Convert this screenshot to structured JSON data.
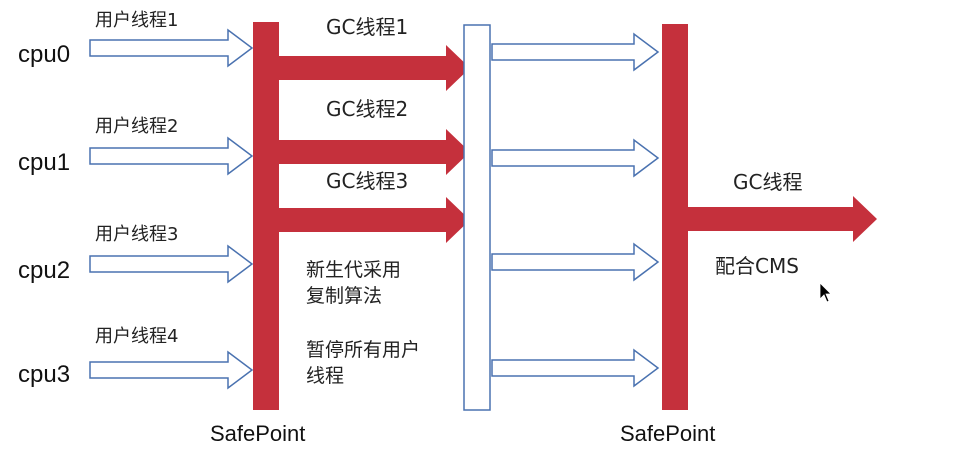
{
  "colors": {
    "barRed": "#c5303c",
    "outlineBlue": "#4a72b0",
    "text": "#222222"
  },
  "cpus": [
    "cpu0",
    "cpu1",
    "cpu2",
    "cpu3"
  ],
  "user_threads": [
    "用户线程1",
    "用户线程2",
    "用户线程3",
    "用户线程4"
  ],
  "gc_threads": [
    "GC线程1",
    "GC线程2",
    "GC线程3"
  ],
  "young_gen_note": [
    "新生代采用",
    "复制算法"
  ],
  "pause_note": [
    "暂停所有用户",
    "线程"
  ],
  "safepoint_labels": [
    "SafePoint",
    "SafePoint"
  ],
  "gc_thread_single": "GC线程",
  "cms_note": "配合CMS",
  "icons": {
    "cursor": "mouse-pointer-icon"
  }
}
